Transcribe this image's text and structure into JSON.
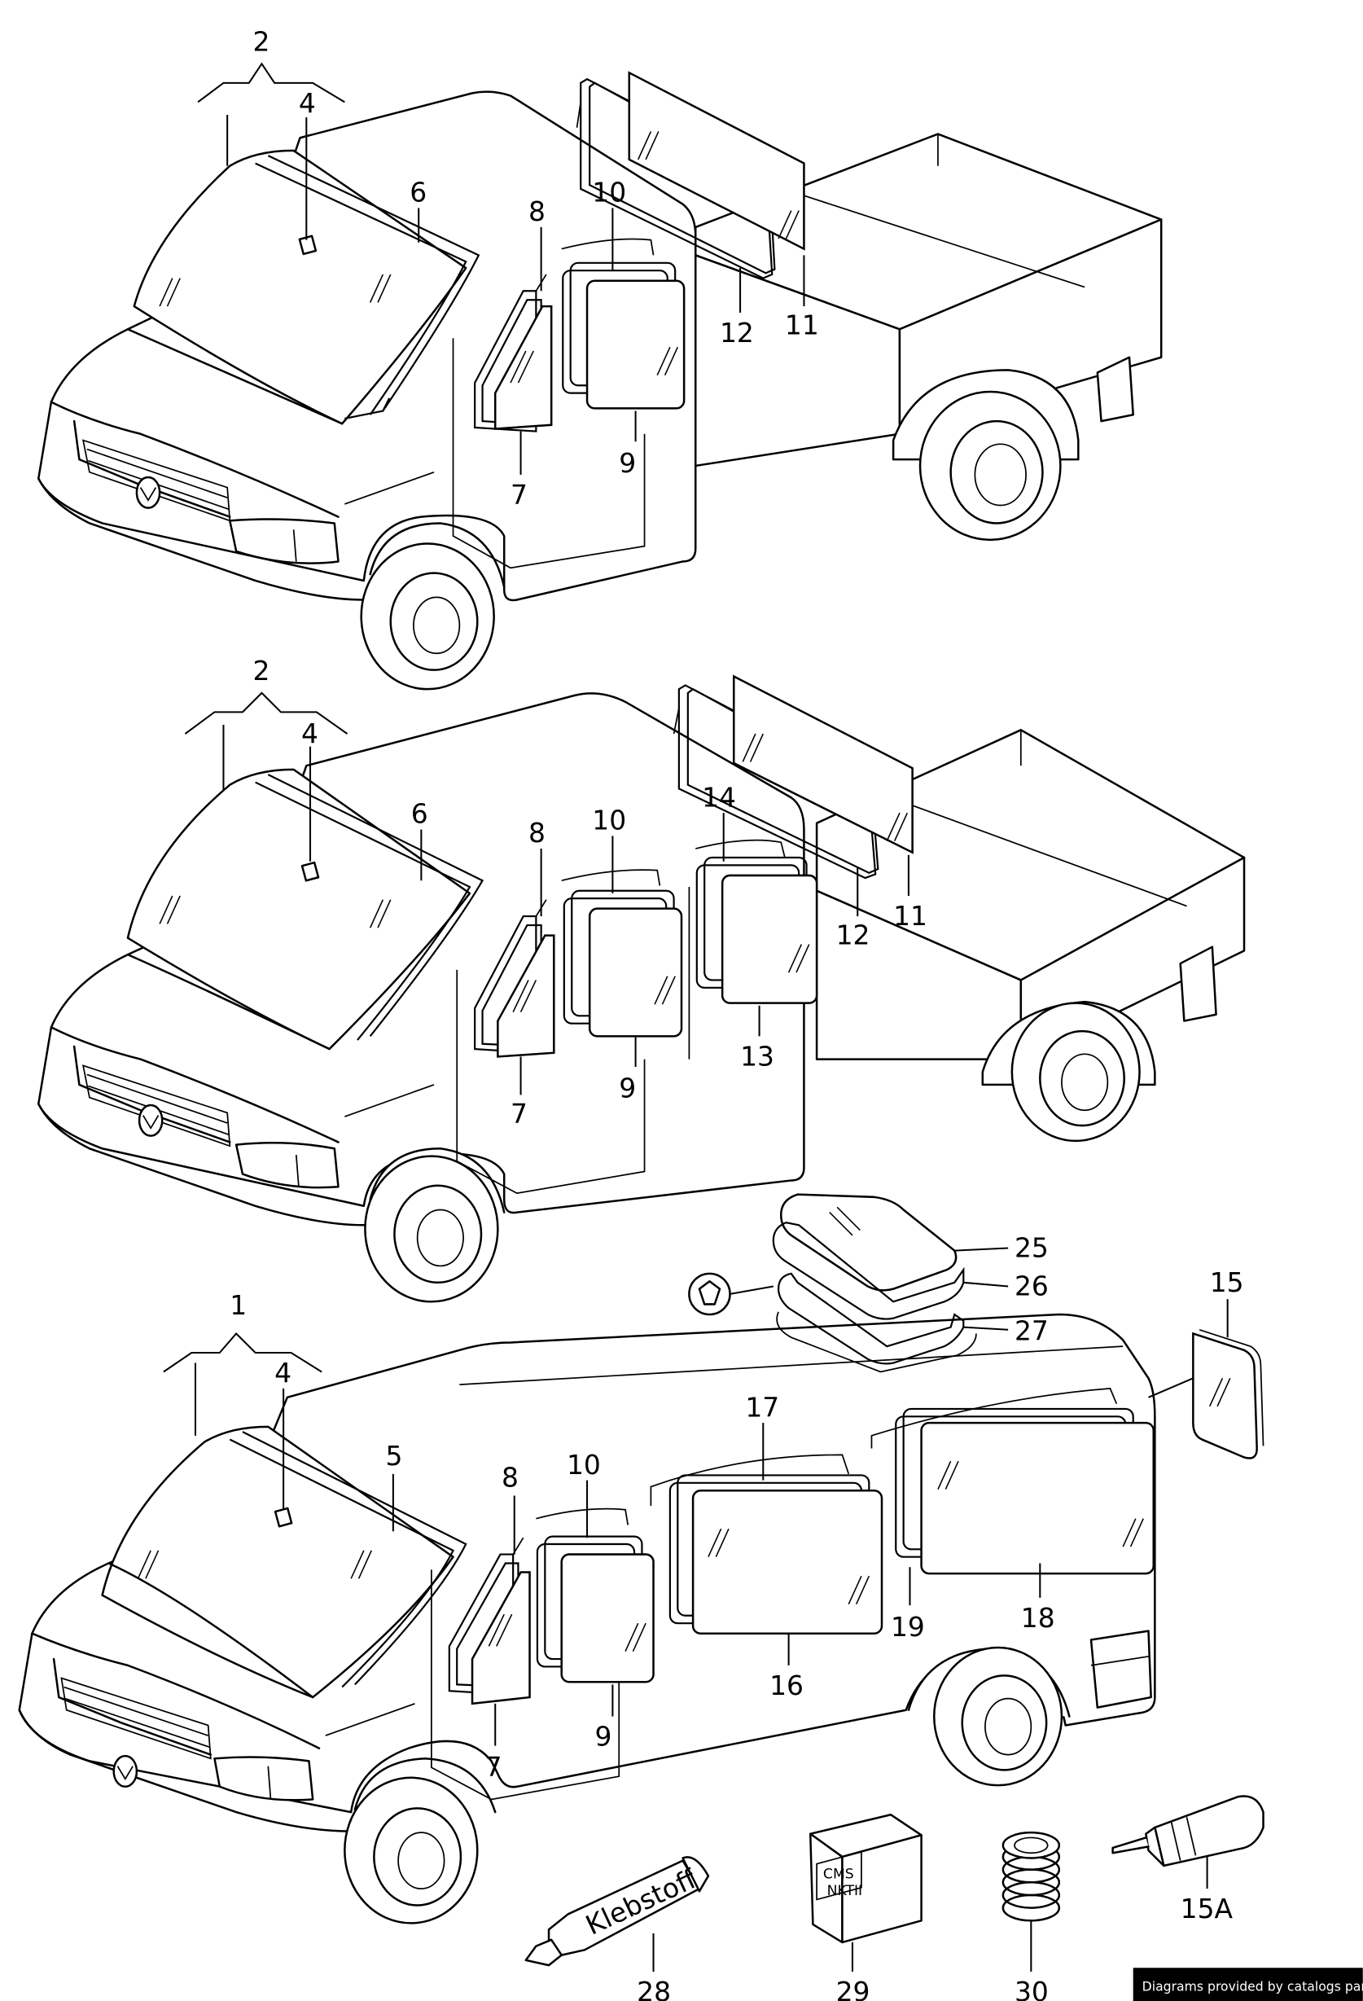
{
  "callouts": {
    "c1": "1",
    "c2a": "2",
    "c2b": "2",
    "c4a": "4",
    "c4b": "4",
    "c4c": "4",
    "c5": "5",
    "c6a": "6",
    "c6b": "6",
    "c7a": "7",
    "c7b": "7",
    "c7c": "7",
    "c8a": "8",
    "c8b": "8",
    "c8c": "8",
    "c9a": "9",
    "c9b": "9",
    "c9c": "9",
    "c10a": "10",
    "c10b": "10",
    "c10c": "10",
    "c11a": "11",
    "c11b": "11",
    "c12a": "12",
    "c12b": "12",
    "c13": "13",
    "c14": "14",
    "c15": "15",
    "c15a": "15A",
    "c16": "16",
    "c17": "17",
    "c18": "18",
    "c19": "19",
    "c25": "25",
    "c26": "26",
    "c27": "27",
    "c28": "28",
    "c29": "29",
    "c30": "30"
  },
  "product_labels": {
    "tube": "Klebstoff",
    "box_line1": "CMS",
    "box_line2": "NKTII"
  },
  "footer": {
    "credit": "Diagrams provided by catalogs parts"
  }
}
